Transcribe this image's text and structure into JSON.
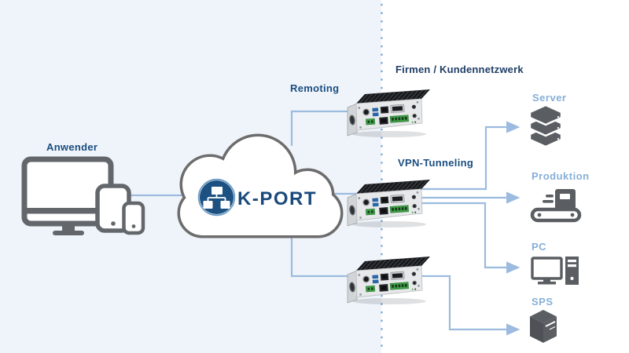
{
  "diagram": {
    "user_label": "Anwender",
    "cloud_label": "K-PORT",
    "remoting_label": "Remoting",
    "network_header": "Firmen / Kundennetzwerk",
    "vpn_label": "VPN-Tunneling",
    "endpoints": [
      {
        "label": "Server",
        "icon": "server-stack-icon"
      },
      {
        "label": "Produktion",
        "icon": "conveyor-belt-icon"
      },
      {
        "label": "PC",
        "icon": "desktop-pc-icon"
      },
      {
        "label": "SPS",
        "icon": "plc-cabinet-icon"
      }
    ],
    "icons": {
      "cloud": "cloud-shape",
      "cloud_badge": "network-hierarchy-icon",
      "user_devices": "monitor-tablet-phone-icon",
      "edge_device": "industrial-gateway-icon"
    },
    "colors": {
      "accent_navy": "#1b4d80",
      "header_navy": "#203e66",
      "label_light_blue": "#86afd8",
      "connector_blue": "#9cbbdf",
      "divider_blue": "#7ea9d6",
      "icon_gray": "#5a5e62",
      "outline_gray": "#6c6c6c",
      "left_background": "#eff4fa",
      "right_background": "#ffffff"
    }
  }
}
